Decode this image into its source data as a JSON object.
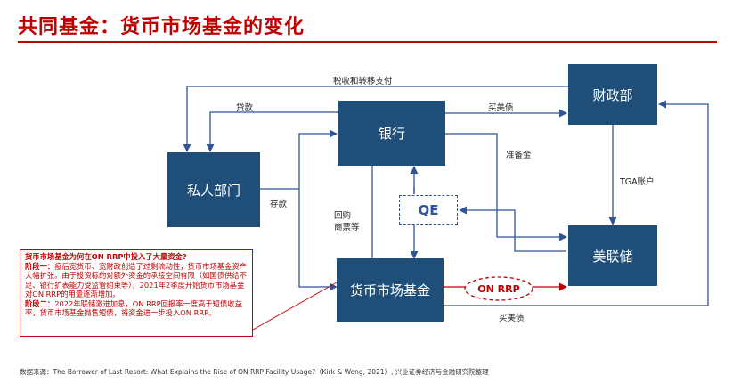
{
  "title": "共同基金：货币市场基金的变化",
  "nodes": {
    "bank": "银行",
    "treasury": "财政部",
    "private": "私人部门",
    "fed": "美联储",
    "mmf": "货币市场基金",
    "qe": "QE",
    "onrrp": "ON RRP"
  },
  "edges": {
    "tax": "税收和转移支付",
    "loans": "贷款",
    "buy_treasury_top": "买美债",
    "reserves": "准备金",
    "tga": "TGA账户",
    "deposits": "存款",
    "repo_line1": "回购",
    "repo_line2": "商票等",
    "buy_treasury_bottom": "买美债"
  },
  "note": {
    "heading": "货币市场基金为何在ON RRP中投入了大量资金?",
    "stage1_label": "阶段一：",
    "stage1_text": "疫后宽货币、宽财政创造了过剩流动性，货币市场基金资产大幅扩张。由于投资标的对额外资金的承接空间有限（如国债供给不足、银行扩表能力受监管约束等），2021年2季度开始货币市场基金对ON RRP的用量逐渐增加。",
    "stage2_label": "阶段二：",
    "stage2_text": "2022年联储激进加息，ON RRP回报率一度高于短债收益率，货币市场基金抛售短债，将资金进一步投入ON RRP。"
  },
  "source": "数据来源：The Borrower of Last Resort: What Explains the Rise of ON RRP Facility Usage?（Kirk & Wong, 2021）, 兴业证券经济与金融研究院整理",
  "colors": {
    "box": "#1f4e79",
    "arrow": "#2f5597",
    "accent": "#c00000"
  }
}
